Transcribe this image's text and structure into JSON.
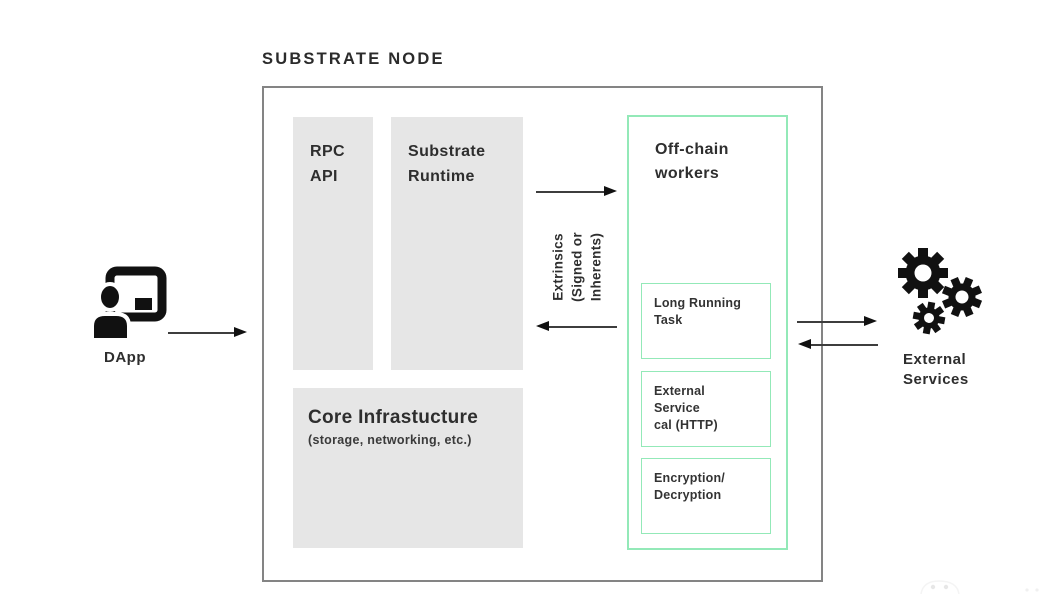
{
  "title": "SUBSTRATE NODE",
  "colors": {
    "box_gray": "#e6e6e6",
    "accent_green": "#93e9b8",
    "node_border_gray": "#848484",
    "arrow": "#3d3d3d",
    "text": "#2b2b2b"
  },
  "substrate_node": {
    "rpc_api_label": "RPC\nAPI",
    "substrate_runtime_label": "Substrate\nRuntime",
    "core_infrastructure": {
      "title": "Core Infrastucture",
      "subtitle": "(storage, networking, etc.)"
    },
    "offchain_workers": {
      "title": "Off-chain\nworkers",
      "tasks": [
        "Long Running\nTask",
        "External\nService\ncal (HTTP)",
        "Encryption/\nDecryption"
      ]
    }
  },
  "edges": {
    "extrinsics_label": "Extrinsics\n(Signed or\nInherents)"
  },
  "external": {
    "dapp_label": "DApp",
    "external_services_label": "External\nServices"
  },
  "icons": {
    "dapp": "dapp-user-presentation-icon",
    "external_services": "gears-icon"
  }
}
